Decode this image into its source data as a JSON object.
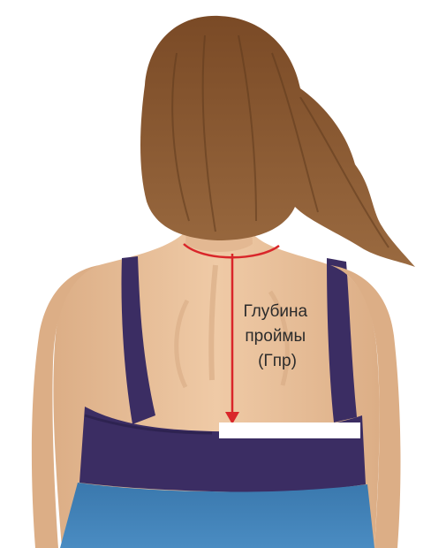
{
  "annotation": {
    "lines": [
      "Глубина",
      "проймы",
      "(Гпр)"
    ]
  },
  "colors": {
    "skin": "#e8c09a",
    "skin_shadow": "#d6a57e",
    "hair": "#8a5a33",
    "hair_dark": "#5e3a1e",
    "bra": "#3b2d63",
    "bra_dark": "#2a1f4a",
    "shirt": "#3f7fb4",
    "measure": "#d9262a",
    "marker": "#ffffff"
  }
}
